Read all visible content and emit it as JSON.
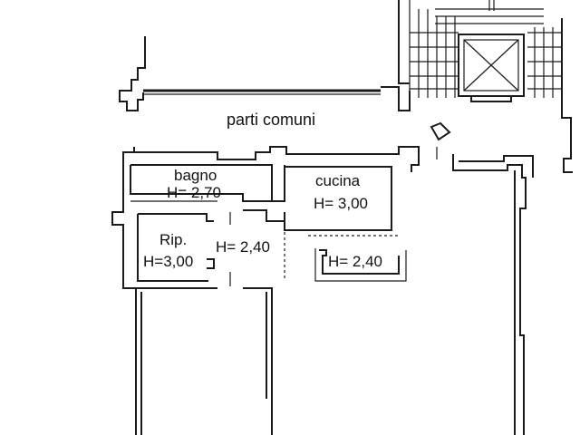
{
  "plan": {
    "common_area": "parti comuni",
    "rooms": [
      {
        "name": "bagno",
        "height": "H= 2,70"
      },
      {
        "name": "cucina",
        "height": "H= 3,00"
      },
      {
        "name": "Rip.",
        "height": "H=3,00"
      }
    ],
    "corridor_height": "H= 2,40",
    "passage_height": "H= 2,40"
  }
}
